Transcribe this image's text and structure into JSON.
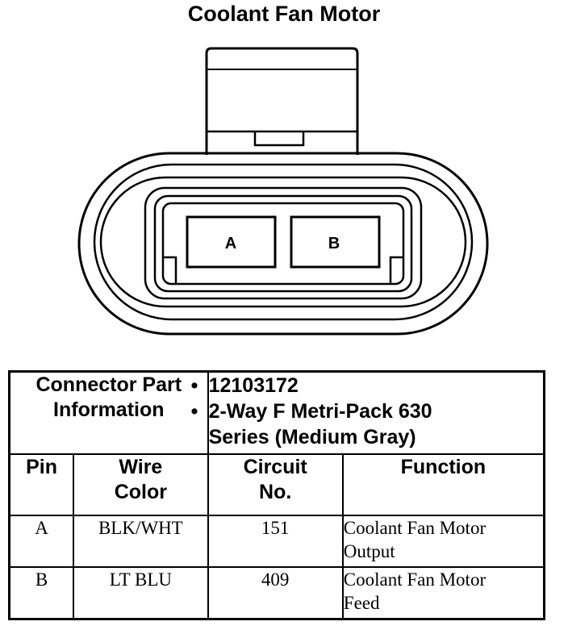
{
  "diagram": {
    "title": "Coolant Fan Motor",
    "terminals": [
      {
        "id": "A",
        "label": "A"
      },
      {
        "id": "B",
        "label": "B"
      }
    ]
  },
  "table": {
    "part_info_label_line1": "Connector Part",
    "part_info_label_line2": "Information",
    "part_info": [
      {
        "bullet": "•",
        "text": "12103172"
      },
      {
        "bullet": "•",
        "text": "2-Way F Metri-Pack 630"
      },
      {
        "bullet": "",
        "text": "Series (Medium Gray)"
      }
    ],
    "columns": {
      "pin": "Pin",
      "wire_color_line1": "Wire",
      "wire_color_line2": "Color",
      "circuit_line1": "Circuit",
      "circuit_line2": "No.",
      "function": "Function"
    },
    "rows": [
      {
        "pin": "A",
        "wire_color": "BLK/WHT",
        "circuit": "151",
        "function_line1": "Coolant Fan Motor",
        "function_line2": "Output"
      },
      {
        "pin": "B",
        "wire_color": "LT BLU",
        "circuit": "409",
        "function_line1": "Coolant Fan Motor",
        "function_line2": "Feed"
      }
    ]
  }
}
